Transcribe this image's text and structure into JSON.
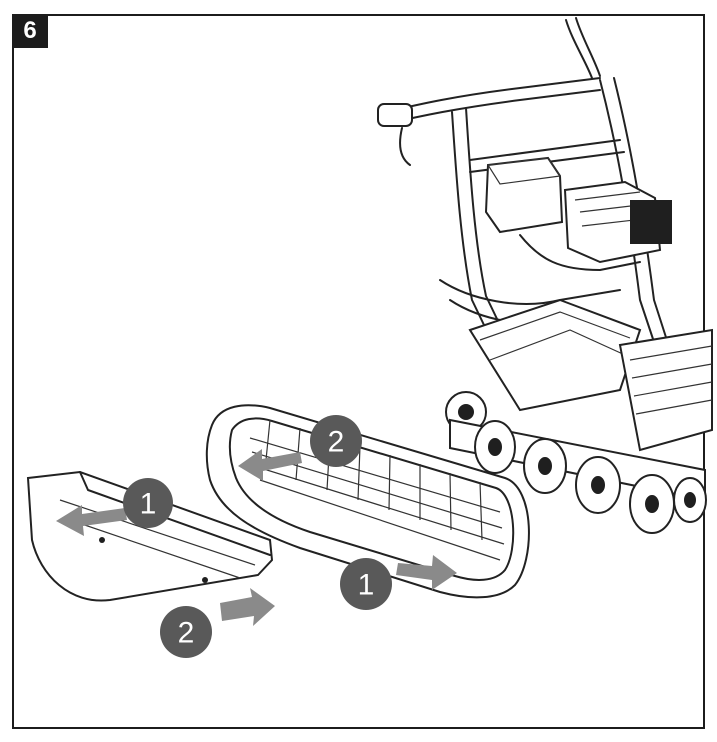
{
  "figure": {
    "step_number": "6",
    "callouts": [
      {
        "id": "c1a",
        "label": "1"
      },
      {
        "id": "c2a",
        "label": "2"
      },
      {
        "id": "c1b",
        "label": "1"
      },
      {
        "id": "c2b",
        "label": "2"
      }
    ],
    "colors": {
      "callout": "#595959",
      "arrow": "#8a8a8a",
      "line": "#222222",
      "badge": "#1c1c1c"
    }
  }
}
